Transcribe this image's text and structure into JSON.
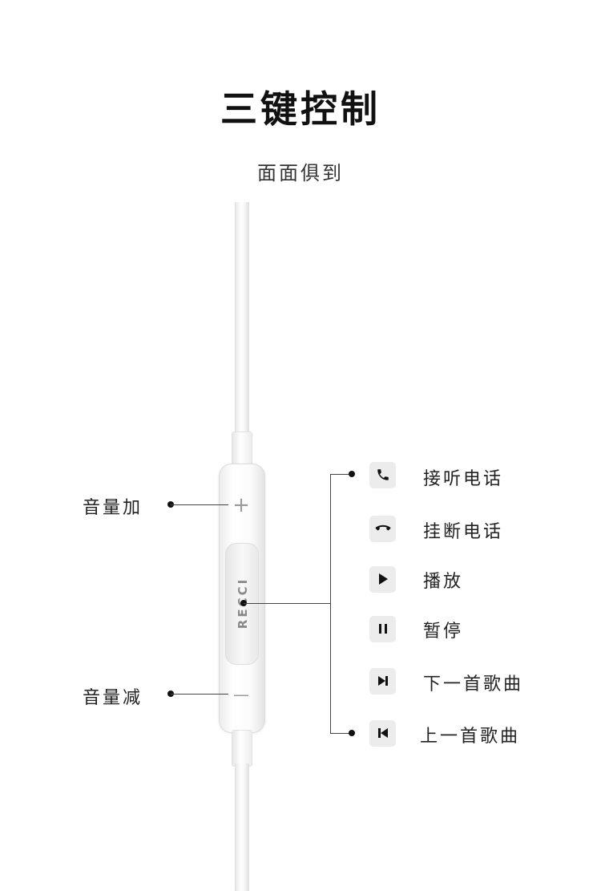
{
  "header": {
    "title": "三键控制",
    "subtitle": "面面俱到"
  },
  "remote": {
    "brand": "RECCI",
    "plus_symbol": "+",
    "minus_symbol": "—"
  },
  "left_labels": {
    "volume_up": "音量加",
    "volume_down": "音量减"
  },
  "functions": [
    {
      "icon": "phone-answer-icon",
      "label": "接听电话"
    },
    {
      "icon": "phone-hangup-icon",
      "label": "挂断电话"
    },
    {
      "icon": "play-icon",
      "label": "播放"
    },
    {
      "icon": "pause-icon",
      "label": "暂停"
    },
    {
      "icon": "next-track-icon",
      "label": "下一首歌曲"
    },
    {
      "icon": "previous-track-icon",
      "label": "上一首歌曲"
    }
  ],
  "colors": {
    "background": "#ffffff",
    "text": "#222222",
    "icon_bg": "#ececec",
    "icon_fg": "#111111"
  }
}
